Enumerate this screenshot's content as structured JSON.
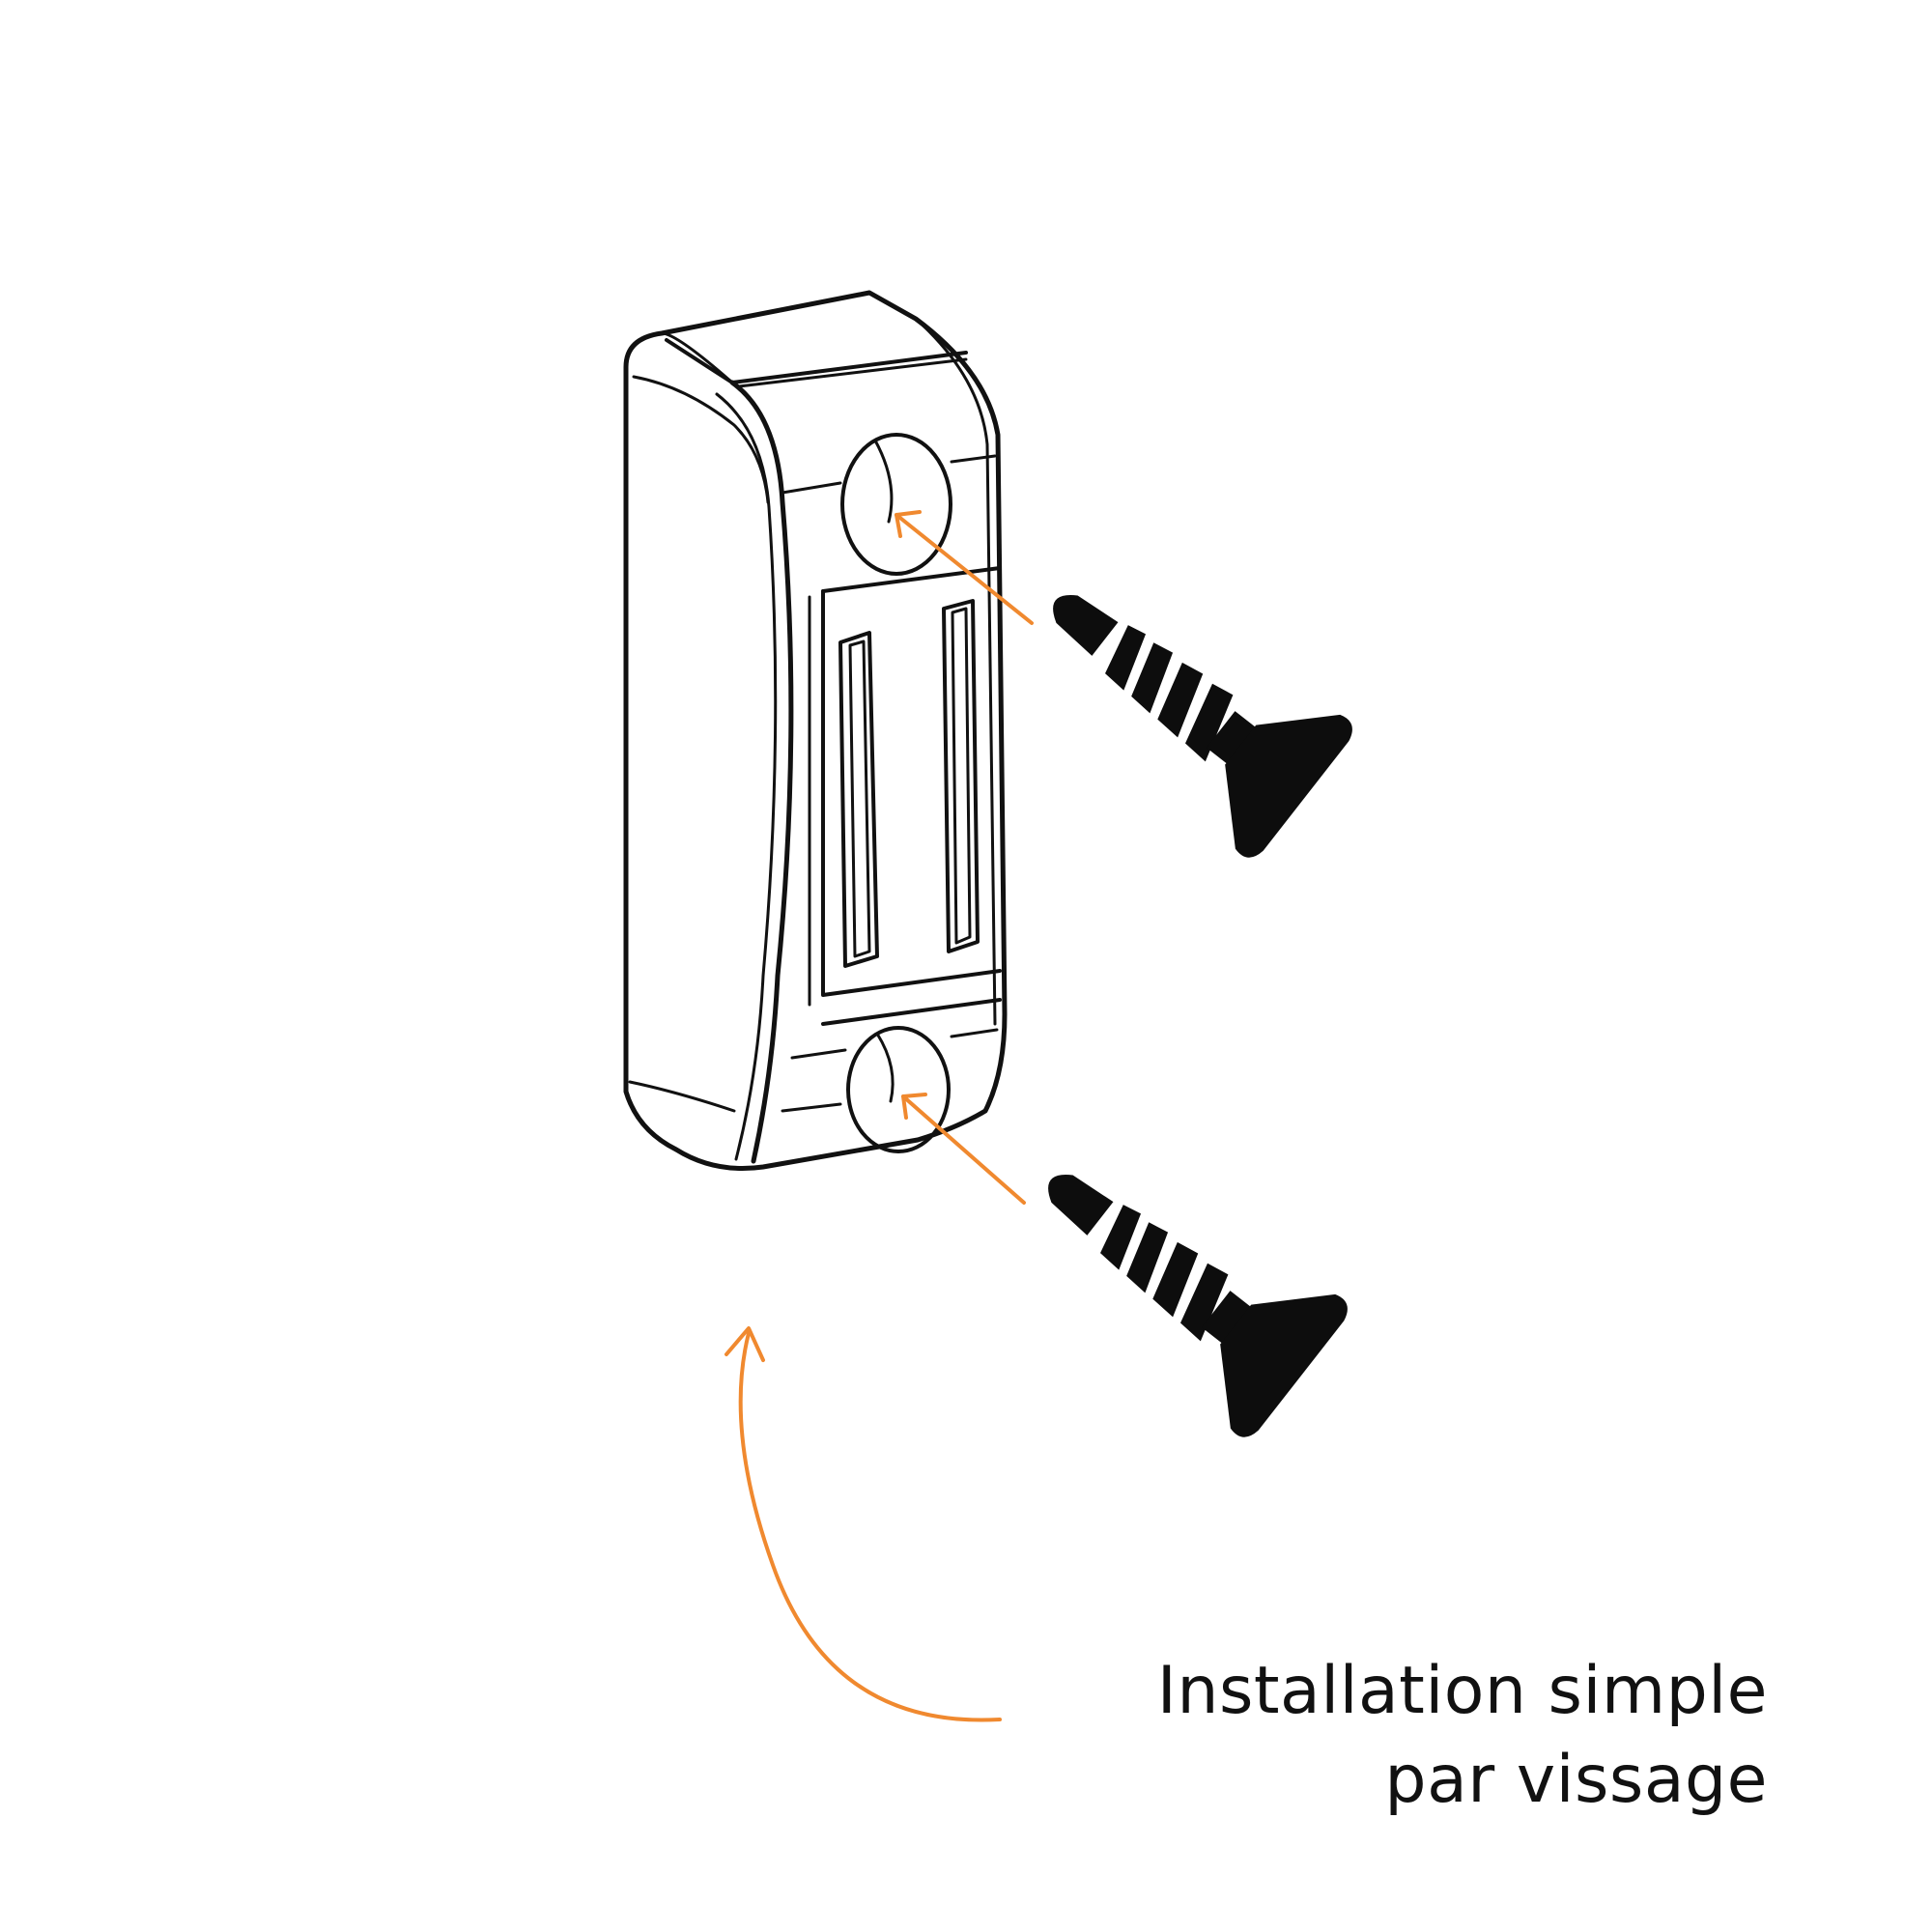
{
  "caption": {
    "line1": "Installation simple",
    "line2": "par vissage"
  },
  "colors": {
    "outline": "#111111",
    "accent_arrow": "#f0892f",
    "screw_fill": "#0d0d0d",
    "background": "#ffffff"
  },
  "icons": {
    "part": "magnetic-catch-bracket",
    "fastener": "countersunk-screw"
  }
}
